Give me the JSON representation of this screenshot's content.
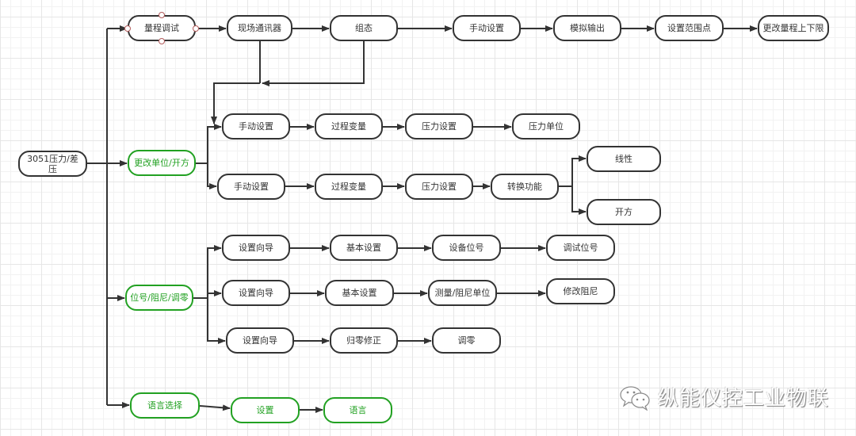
{
  "diagram": {
    "root": {
      "label": "3051压力/差压"
    },
    "branches": [
      {
        "label": "量程调试",
        "style": "default",
        "selected": true,
        "path": [
          "现场通讯器",
          "组态",
          "手动设置",
          "模拟输出",
          "设置范围点",
          "更改量程上下限"
        ]
      },
      {
        "label": "更改单位/开方",
        "style": "green",
        "sub_paths": [
          [
            "手动设置",
            "过程变量",
            "压力设置",
            "压力单位"
          ],
          [
            "手动设置",
            "过程变量",
            "压力设置",
            "转换功能"
          ]
        ],
        "conversion_options": [
          "线性",
          "开方"
        ]
      },
      {
        "label": "位号/阻尼/调零",
        "style": "green",
        "sub_paths": [
          [
            "设置向导",
            "基本设置",
            "设备位号",
            "调试位号"
          ],
          [
            "设置向导",
            "基本设置",
            "测量/阻尼单位",
            "修改阻尼"
          ],
          [
            "设置向导",
            "归零修正",
            "调零"
          ]
        ]
      },
      {
        "label": "语言选择",
        "style": "green",
        "path": [
          "设置",
          "语言"
        ]
      }
    ],
    "feedback_note": "现场通讯器 and 组态 both loop back to 手动设置"
  },
  "colors": {
    "line": "#333333",
    "green": "#22a122",
    "handle": "#b35b5b"
  },
  "watermark": {
    "icon": "wechat-icon",
    "text": "纵能仪控工业物联"
  }
}
